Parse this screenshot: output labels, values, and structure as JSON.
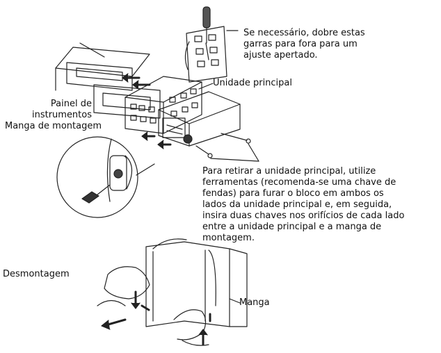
{
  "labels": {
    "fold_note": [
      "Se necessário, dobre estas",
      "garras para fora para um",
      "ajuste apertado."
    ],
    "main_unit": "Unidade principal",
    "dashboard": [
      "Painel de",
      "instrumentos"
    ],
    "sleeve": "Manga de montagem",
    "removal_note": [
      "Para retirar a unidade principal, utilize",
      "ferramentas (recomenda-se uma chave de",
      "fendas) para furar o bloco em ambos os",
      "lados da unidade principal e, em seguida,",
      "insira duas chaves nos orifícios de cada lado",
      "entre a unidade principal e a manga de",
      "montagem."
    ],
    "disassembly": "Desmontagem",
    "manga": "Manga"
  }
}
